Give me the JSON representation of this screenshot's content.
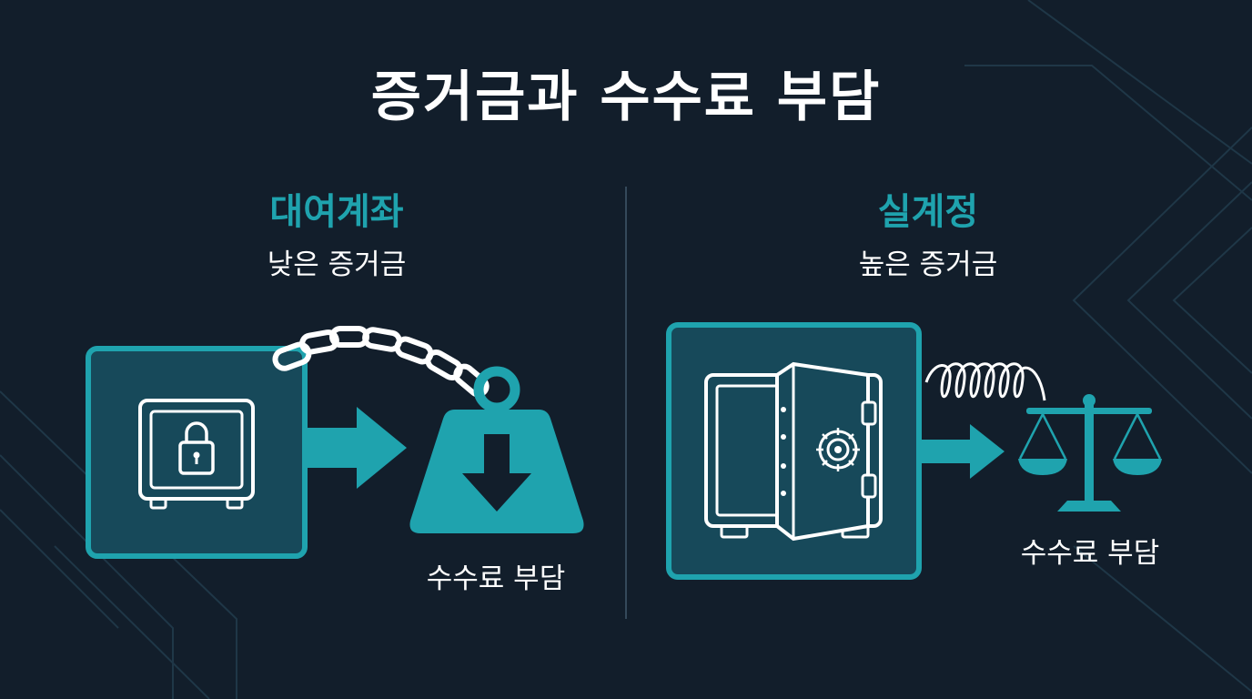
{
  "title": "증거금과 수수료 부담",
  "left": {
    "heading": "대여계좌",
    "sub": "낮은 증거금",
    "caption": "수수료 부담",
    "icons": [
      "locked-safe-icon",
      "arrow-right-icon",
      "chain-icon",
      "weight-down-icon"
    ]
  },
  "right": {
    "heading": "실계정",
    "sub": "높은 증거금",
    "caption": "수수료 부담",
    "icons": [
      "open-safe-icon",
      "arrow-right-icon",
      "spring-icon",
      "balance-scale-icon"
    ]
  },
  "colors": {
    "background": "#121e2b",
    "accent": "#1fa3ae",
    "panel": "#17495a",
    "text": "#ffffff"
  }
}
